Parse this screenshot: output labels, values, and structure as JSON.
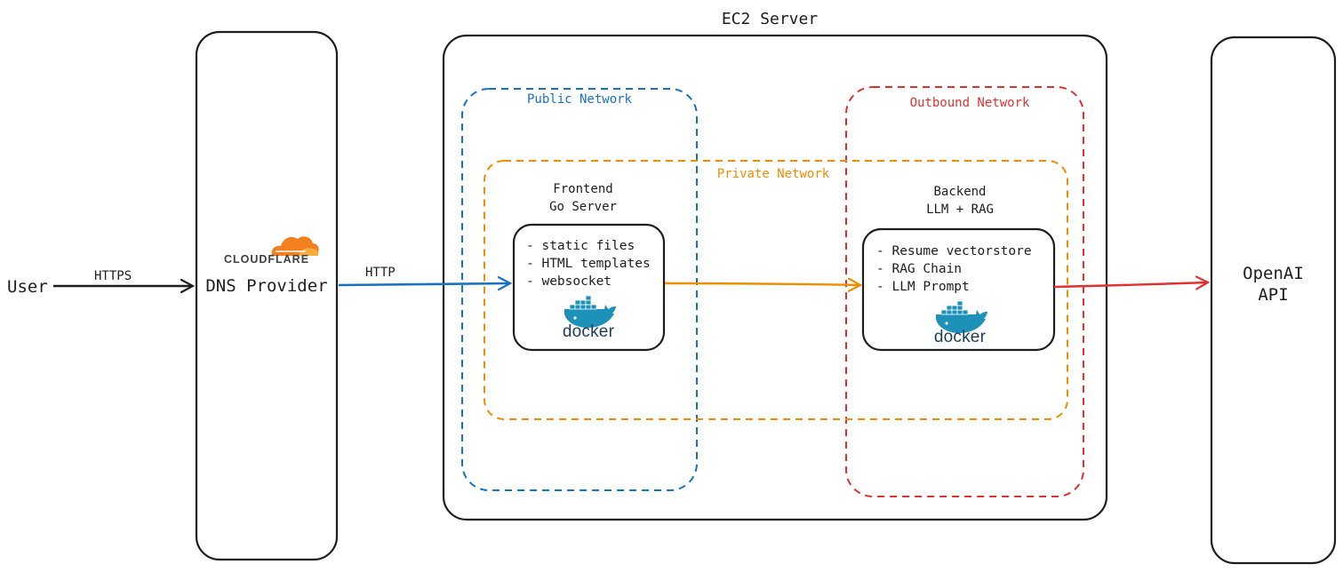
{
  "colors": {
    "ink": "#1e1e1e",
    "public": "#1971c2",
    "private": "#f08c00",
    "outbound": "#e03131",
    "docker": "#1d91b8",
    "cloudflare": "#f38020"
  },
  "nodes": {
    "user": {
      "label": "User"
    },
    "dns": {
      "label": "DNS Provider",
      "logo_text": "CLOUDFLARE"
    },
    "ec2": {
      "label": "EC2 Server"
    },
    "openai": {
      "line1": "OpenAI",
      "line2": "API"
    }
  },
  "networks": {
    "public": {
      "label": "Public Network"
    },
    "private": {
      "label": "Private Network"
    },
    "outbound": {
      "label": "Outbound Network"
    }
  },
  "frontend": {
    "title1": "Frontend",
    "title2": "Go Server",
    "items": [
      "- static files",
      "- HTML templates",
      "- websocket"
    ],
    "logo_text": "docker"
  },
  "backend": {
    "title1": "Backend",
    "title2": "LLM + RAG",
    "items": [
      "- Resume vectorstore",
      "- RAG Chain",
      "- LLM Prompt"
    ],
    "logo_text": "docker"
  },
  "edges": {
    "user_dns": {
      "label": "HTTPS"
    },
    "dns_frontend": {
      "label": "HTTP"
    }
  }
}
